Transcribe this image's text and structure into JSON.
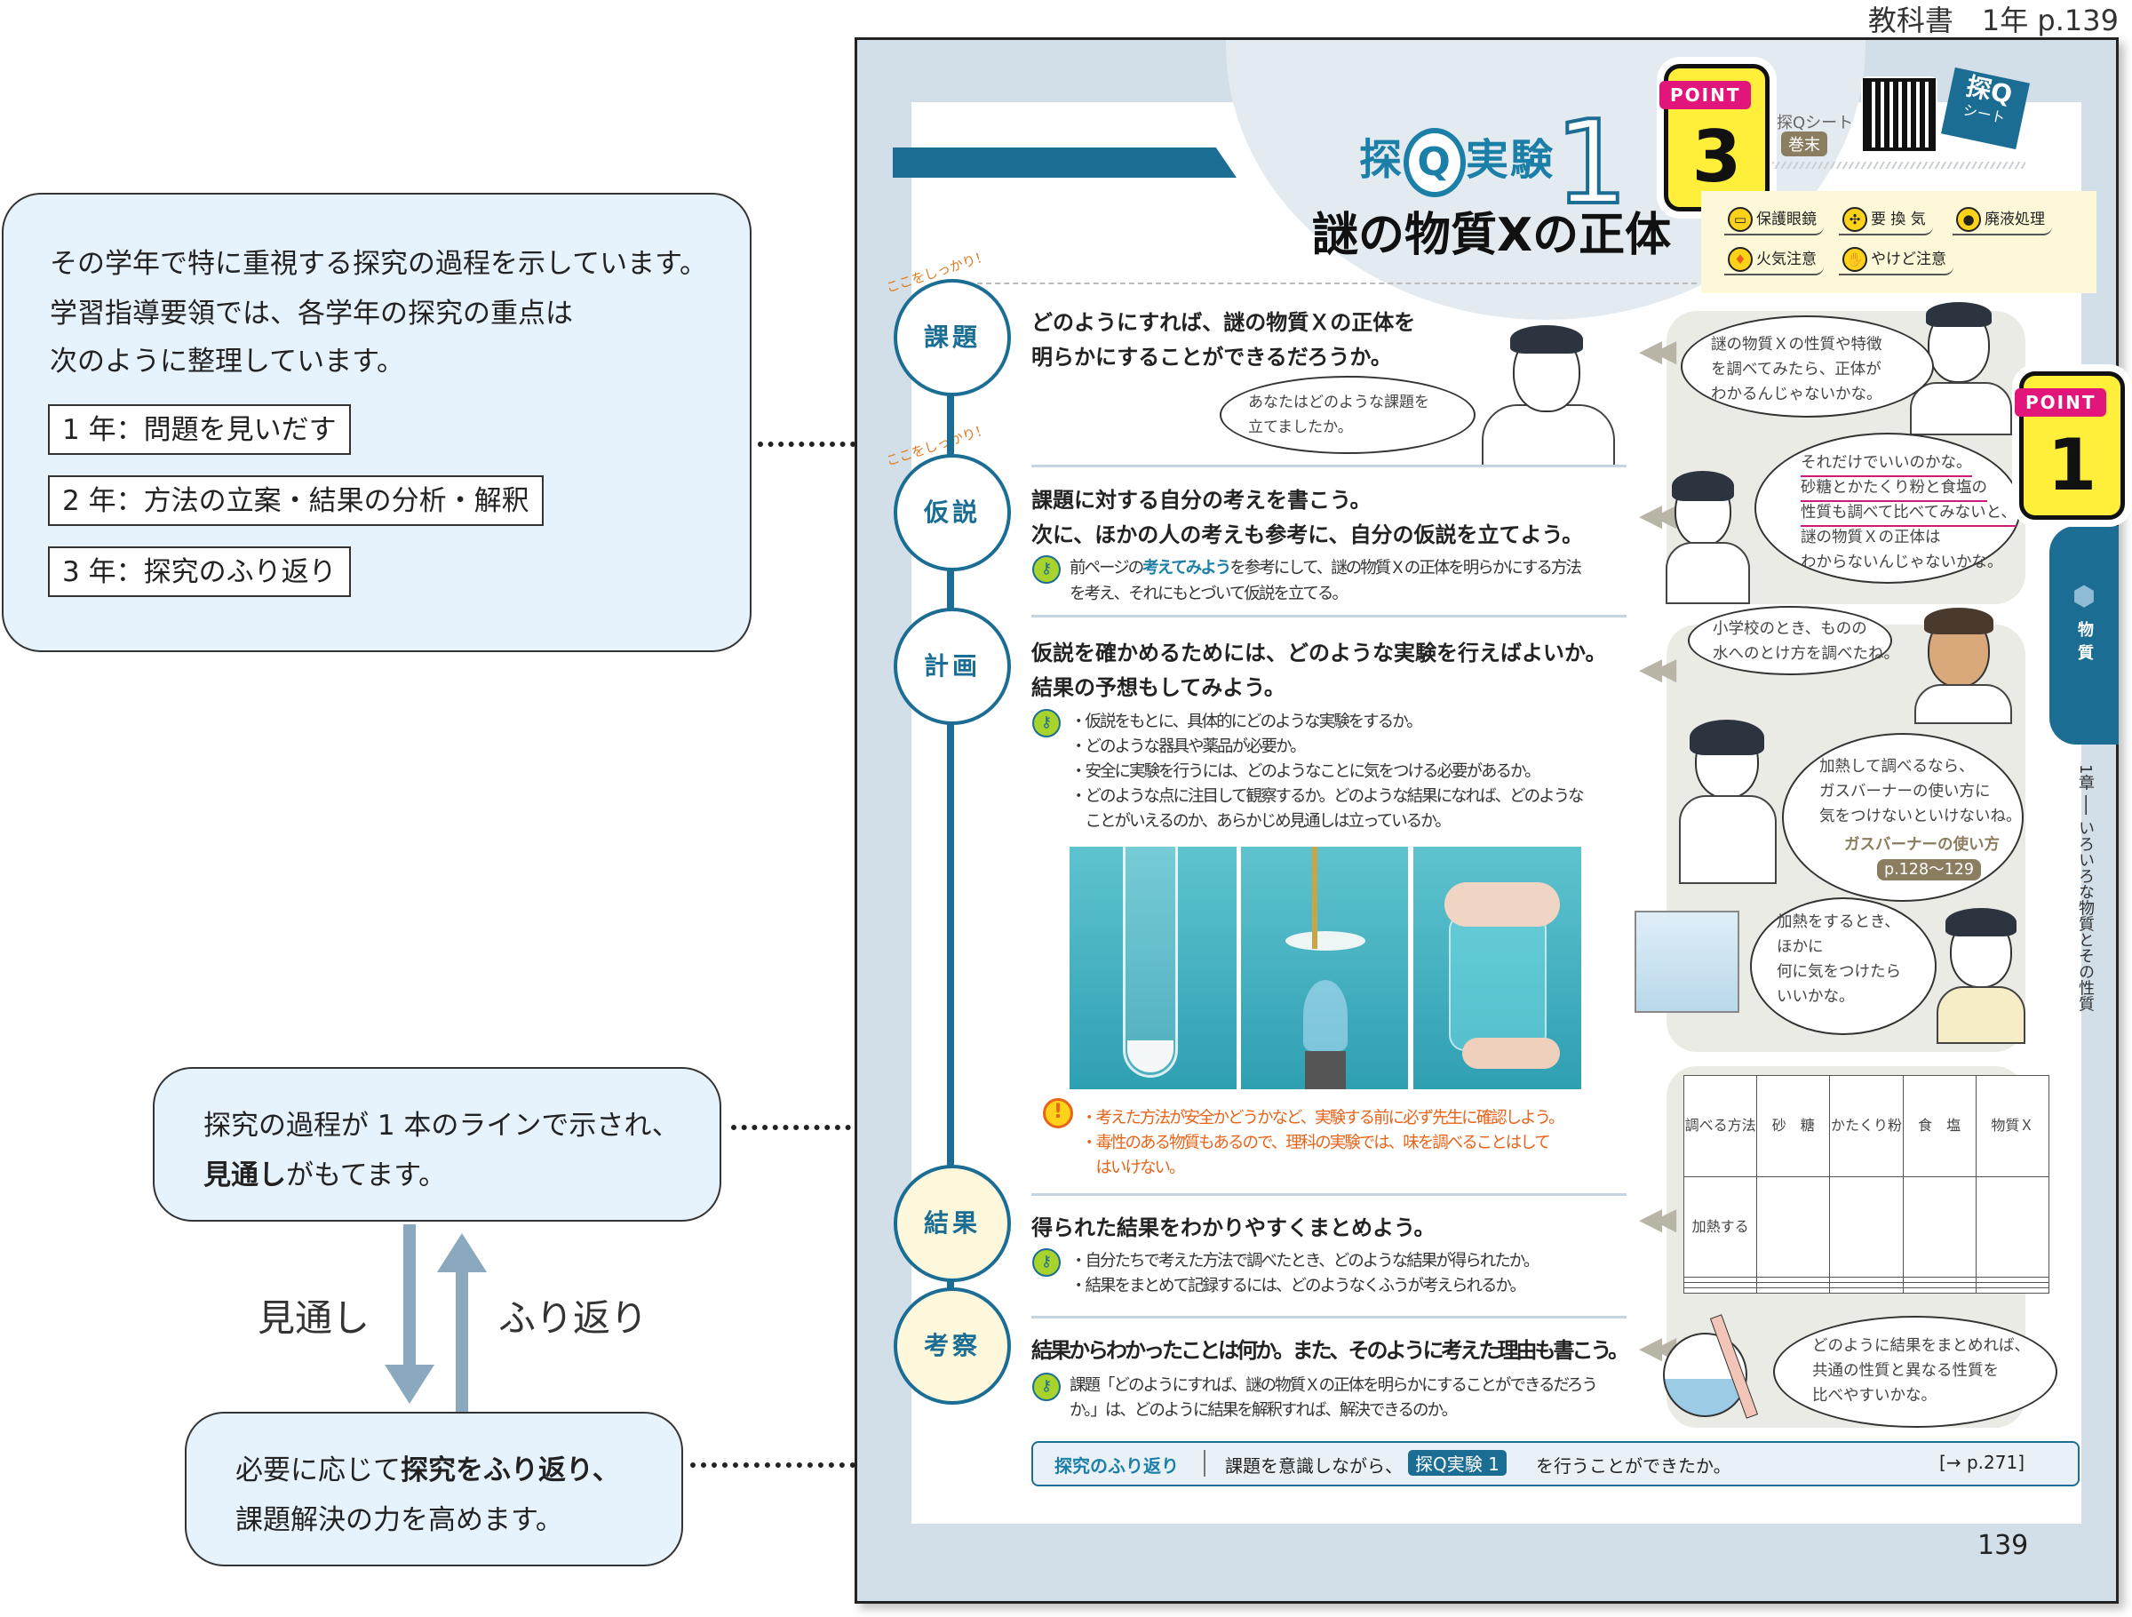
{
  "header": {
    "label": "教科書　1年 p.139"
  },
  "annotations": {
    "box1": {
      "lines": [
        "その学年で特に重視する探究の過程を示しています。",
        "学習指導要領では、各学年の探究の重点は",
        "次のように整理しています。"
      ],
      "years": [
        "1 年：問題を見いだす",
        "2 年：方法の立案・結果の分析・解釈",
        "3 年：探究のふり返り"
      ]
    },
    "box2": {
      "line1": "探究の過程が 1 本のラインで示され、",
      "line2_bold": "見通し",
      "line2_rest": "がもてます。"
    },
    "arrows": {
      "down_label": "見通し",
      "up_label": "ふり返り"
    },
    "box3": {
      "line1_pre": "必要に応じて",
      "line1_bold": "探究をふり返り、",
      "line2": "課題解決の力を高めます。"
    }
  },
  "page": {
    "title_prefix": "探",
    "title_q": "Q",
    "title_suffix": "実験",
    "title_number": "1",
    "subtitle": "謎の物質Xの正体",
    "point3": {
      "label": "POINT",
      "number": "3"
    },
    "point1": {
      "label": "POINT",
      "number": "1"
    },
    "qr": {
      "label": "探Qシート",
      "tag": "巻末",
      "sheet_title": "探Q",
      "sheet_sub": "シート"
    },
    "safety": [
      "保護眼鏡",
      "要 換 気",
      "廃液処理",
      "火気注意",
      "やけど注意"
    ],
    "shikkari": "ここをしっかり！",
    "steps": [
      "課題",
      "仮説",
      "計画",
      "結果",
      "考察"
    ],
    "kadai": {
      "lines": [
        "どのようにすれば、謎の物質Ｘの正体を",
        "明らかにすることができるだろうか。"
      ],
      "bubble": [
        "あなたはどのような課題を",
        "立てましたか。"
      ]
    },
    "kasetsu": {
      "lines": [
        "課題に対する自分の考えを書こう。",
        "次に、ほかの人の考えも参考に、自分の仮説を立てよう。"
      ],
      "note_pre": "前ページの",
      "note_hl": "考えてみよう",
      "note_post": "を参考にして、謎の物質Ｘの正体を明らかにする方法",
      "note_line2": "を考え、それにもとづいて仮説を立てる。"
    },
    "keikaku": {
      "lines": [
        "仮説を確かめるためには、どのような実験を行えばよいか。",
        "結果の予想もしてみよう。"
      ],
      "bullets": [
        "・仮説をもとに、具体的にどのような実験をするか。",
        "・どのような器具や薬品が必要か。",
        "・安全に実験を行うには、どのようなことに気をつける必要があるか。",
        "・どのような点に注目して観察するか。どのような結果になれば、どのような",
        "　ことがいえるのか、あらかじめ見通しは立っているか。"
      ],
      "warnings": [
        "・考えた方法が安全かどうかなど、実験する前に必ず先生に確認しよう。",
        "・毒性のある物質もあるので、理科の実験では、味を調べることはして",
        "　はいけない。"
      ]
    },
    "kekka": {
      "line": "得られた結果をわかりやすくまとめよう。",
      "bullets": [
        "・自分たちで考えた方法で調べたとき、どのような結果が得られたか。",
        "・結果をまとめて記録するには、どのようなくふうが考えられるか。"
      ]
    },
    "kousatsu": {
      "line": "結果からわかったことは何か。また、そのように考えた理由も書こう。",
      "note": [
        "課題「どのようにすれば、謎の物質Ｘの正体を明らかにすることができるだろう",
        "か。」は、どのように結果を解釈すれば、解決できるのか。"
      ]
    },
    "reflection": {
      "label": "探究のふり返り",
      "text_pre": "課題を意識しながら、",
      "badge": "探Q実験 1",
      "text_post": "を行うことができたか。",
      "ref": "[→ p.271]"
    },
    "page_number": "139",
    "side": {
      "tab": "物質",
      "chapter": "1章 ── いろいろな物質とその性質"
    },
    "bubbles": {
      "b1": [
        "謎の物質Ｘの性質や特徴",
        "を調べてみたら、正体が",
        "わかるんじゃないかな。"
      ],
      "b2_ul": [
        "それだけでいいのかな。",
        "砂糖とかたくり粉と食塩の",
        "性質も調べて比べてみないと、"
      ],
      "b2": [
        "謎の物質Ｘの正体は",
        "わからないんじゃないかな。"
      ],
      "b3": [
        "小学校のとき、ものの",
        "水へのとけ方を調べたね。"
      ],
      "b4": [
        "加熱して調べるなら、",
        "ガスバーナーの使い方に",
        "気をつけないといけないね。"
      ],
      "b4_link": "ガスバーナーの使い方",
      "b4_page": "p.128〜129",
      "b5": [
        "加熱をするとき、",
        "ほかに",
        "何に気をつけたら",
        "いいかな。"
      ],
      "b6": [
        "どのように結果をまとめれば、",
        "共通の性質と異なる性質を",
        "比べやすいかな。"
      ]
    },
    "table": {
      "headers": [
        "調べる方法",
        "砂　糖",
        "かたくり粉",
        "食　塩",
        "物質Ｘ"
      ],
      "rows": [
        [
          "加熱する",
          "",
          "",
          "",
          ""
        ],
        [
          "",
          "",
          "",
          "",
          ""
        ],
        [
          "",
          "",
          "",
          "",
          ""
        ],
        [
          "",
          "",
          "",
          "",
          ""
        ]
      ]
    }
  }
}
